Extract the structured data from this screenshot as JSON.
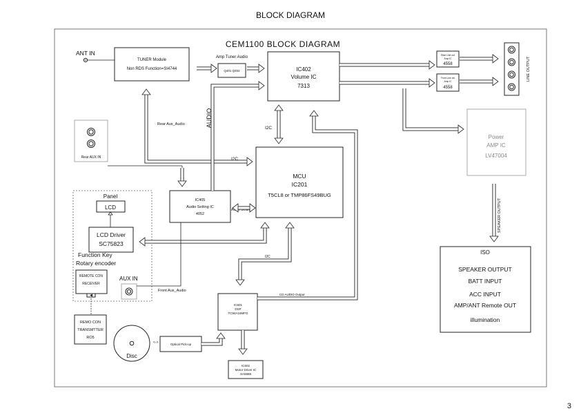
{
  "page": {
    "title": "BLOCK DIAGRAM",
    "number": "3"
  },
  "diagram": {
    "title": "CEM1100  BLOCK  DIAGRAM",
    "ant_in": "ANT IN",
    "tuner": {
      "title": "TUNER Module",
      "subtitle": "Non RDS Function=SI4744"
    },
    "amp_tuner_audio": {
      "label": "Amp  Tuner  Audio",
      "chip": "Q401  Q402"
    },
    "ic402": {
      "name": "IC402",
      "function": "Volume  IC",
      "part": "7313"
    },
    "op_amp_top": {
      "line1": "Rear Line out",
      "line2": "Amp IC",
      "part": "4558"
    },
    "op_amp_bottom": {
      "line1": "Front Line out",
      "line2": "Amp IC",
      "part": "4558"
    },
    "line_output": "LINE OUTPUT",
    "power": {
      "title": "Power",
      "line2": "AMP  IC",
      "part": "LV47004"
    },
    "speaker_output_vertical": "SPEAKER OUTPUT",
    "iso": {
      "title": "ISO",
      "items": [
        "SPEAKER OUTPUT",
        "BATT INPUT",
        "ACC INPUT",
        "AMP/ANT Remote OUT",
        "illumination"
      ]
    },
    "rear_aux_in": "Rear  AUX  IN",
    "rear_aux_audio": "Rear  Aux_Audio",
    "audio_vertical": "AUDIO",
    "i2c_labels": [
      "I2C",
      "I2C",
      "I2C"
    ],
    "mcu": {
      "title": "MCU",
      "name": "IC201",
      "part": "T5CL8  or  TMP86FS49BUG"
    },
    "ic405": {
      "name": "IC405",
      "function": "Audio Setting IC",
      "part": "4052"
    },
    "audio_setting": "Audio  Setting",
    "panel": {
      "title": "Panel",
      "lcd": "LCD",
      "lcd_driver": "LCD  Driver",
      "lcd_driver_part": "SC75823",
      "function_key": "Function  Key",
      "rotary": "Rotary  encoder",
      "remote_con": "REMOTE CON",
      "receiver": "RECEIVER"
    },
    "aux_in": "AUX  IN",
    "front_aux_audio": "Front  Aux_Audio",
    "cd_audio_output": "CD  AUDIO  Output",
    "transmitter": {
      "line1": "REMO CON",
      "line2": "TRANSMTTER",
      "line3": "RO5"
    },
    "disc": "Disc",
    "optical_pickup": "Optical  Pick-up",
    "ic601": {
      "name": "IC601",
      "function": "DSP",
      "part": "TC94A16MFG"
    },
    "ic602": {
      "name": "IC602",
      "function": "Motor  Driver  IC",
      "part": "SA5888"
    }
  }
}
